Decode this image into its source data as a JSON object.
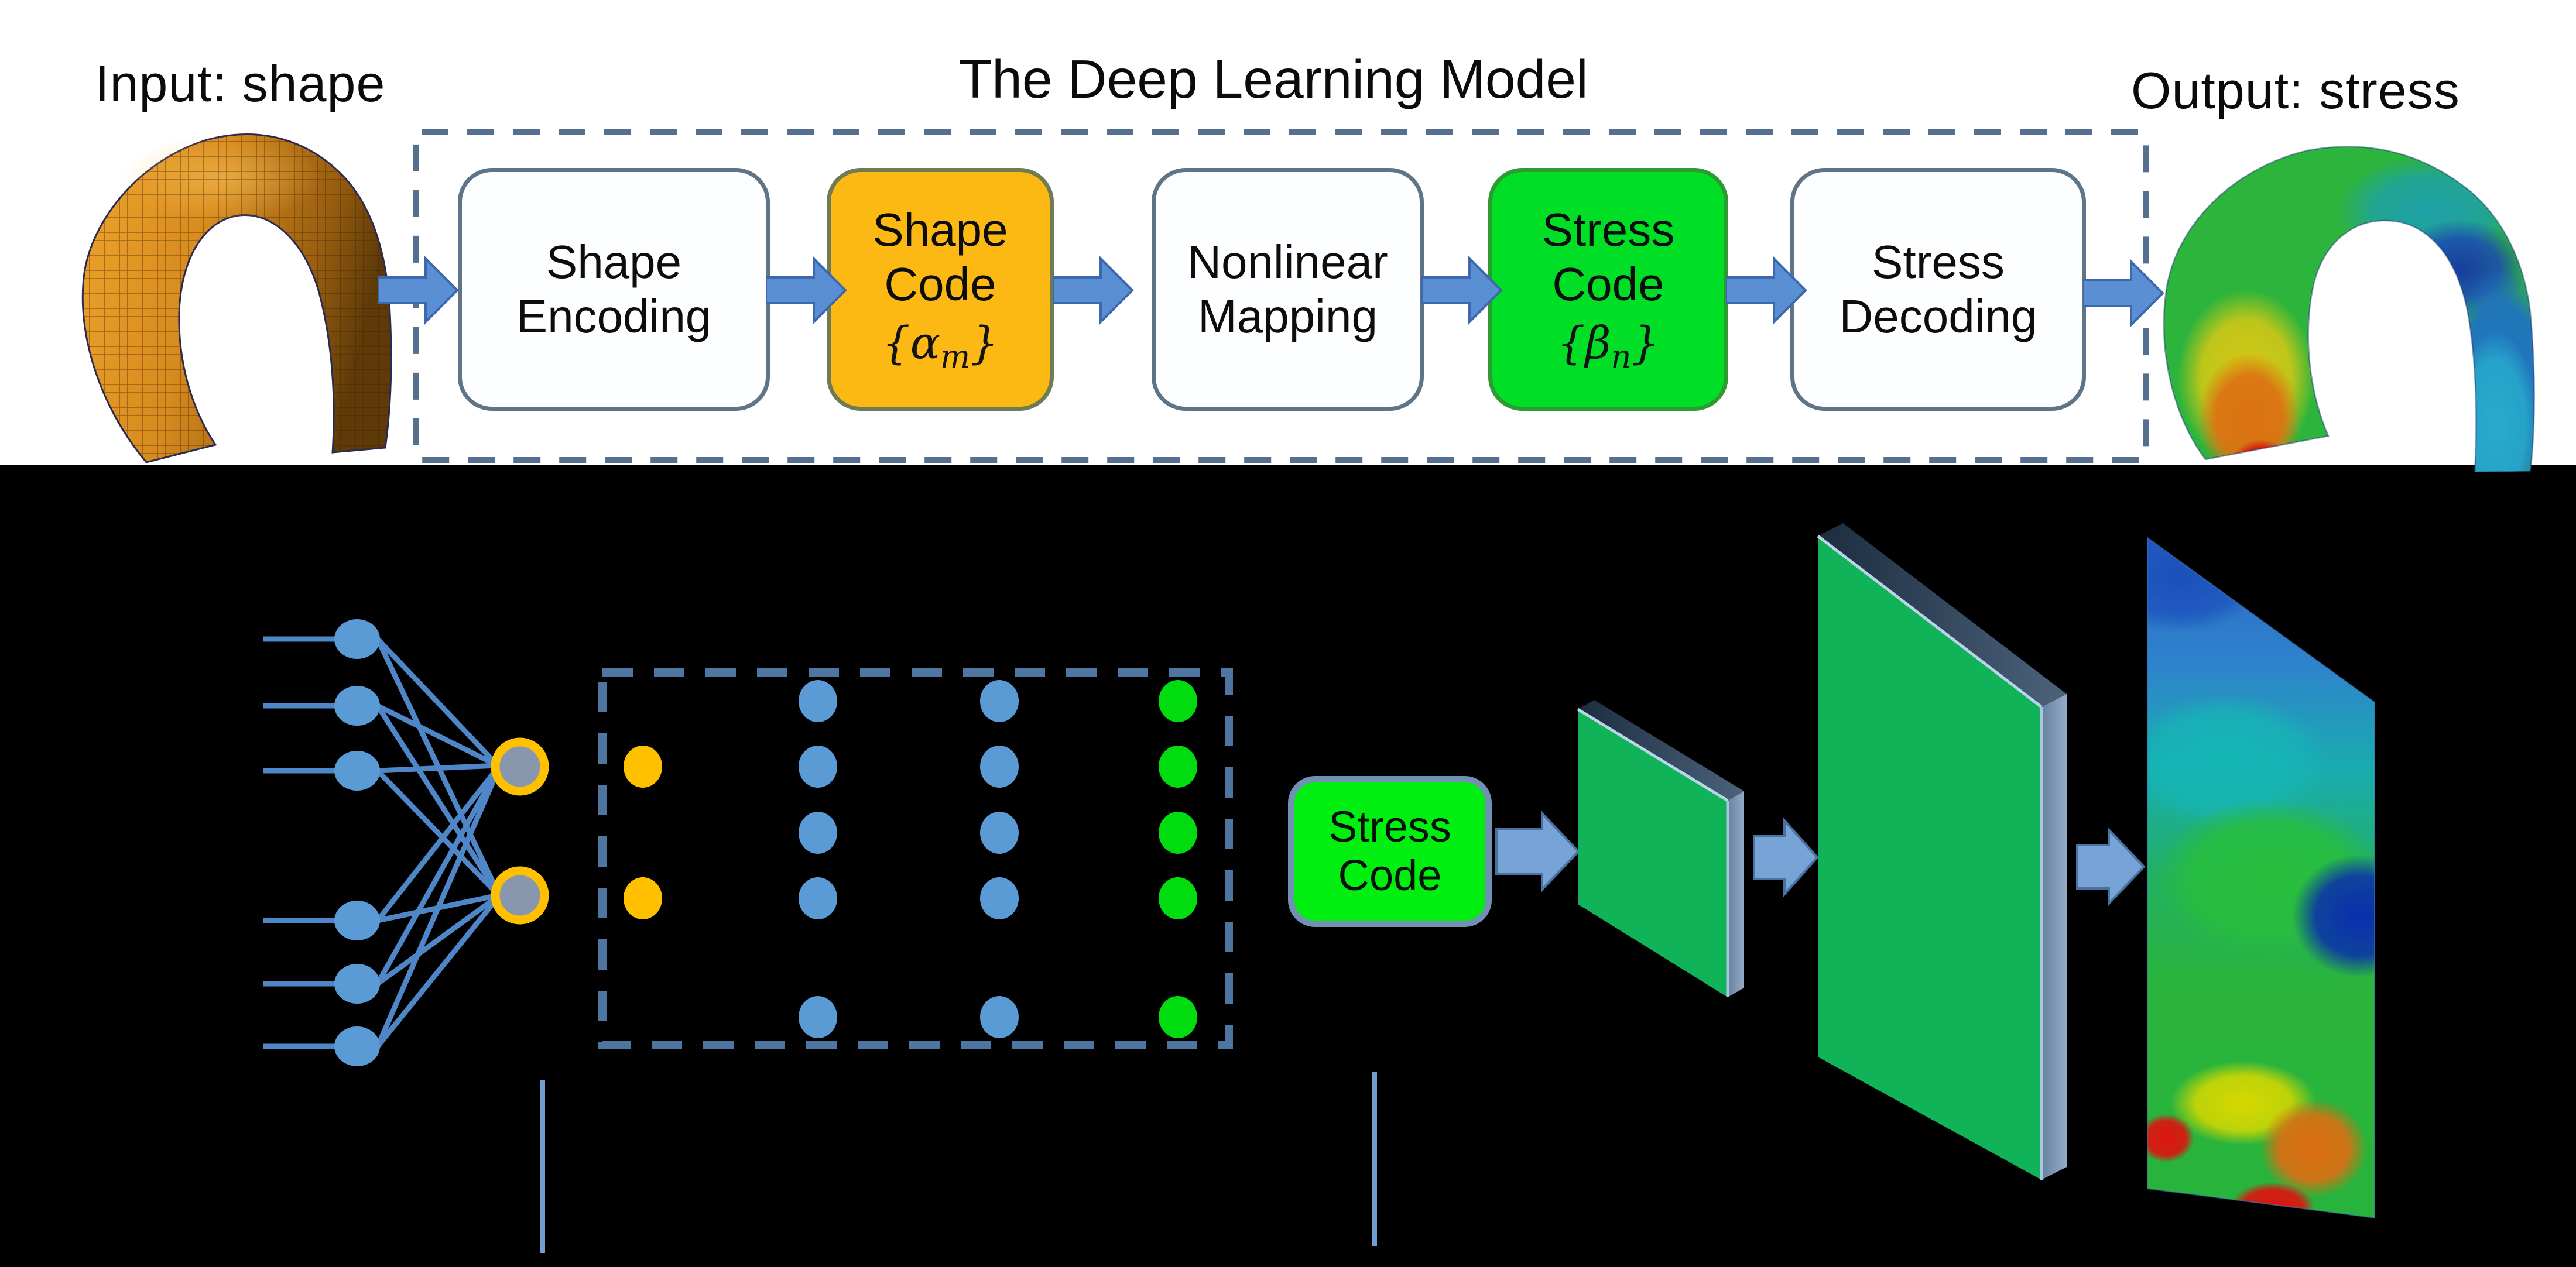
{
  "figure": {
    "input_label": "Input: shape",
    "title": "The Deep Learning Model",
    "output_label": "Output: stress"
  },
  "pipeline": {
    "boxes": [
      {
        "line1": "Shape",
        "line2": "Encoding"
      },
      {
        "line1": "Shape",
        "line2": "Code",
        "sym_open": "{",
        "sym_letter": "α",
        "sym_sub": "m",
        "sym_close": "}"
      },
      {
        "line1": "Nonlinear",
        "line2": "Mapping"
      },
      {
        "line1": "Stress",
        "line2": "Code",
        "sym_open": "{",
        "sym_letter": "β",
        "sym_sub": "n",
        "sym_close": "}"
      },
      {
        "line1": "Stress",
        "line2": "Decoding"
      }
    ]
  },
  "decoder": {
    "stress_code_box": {
      "line1": "Stress",
      "line2": "Code"
    }
  },
  "network": {
    "encoder_input_nodes": 6,
    "encoder_code_nodes": 2,
    "mapping_columns": [
      {
        "name": "shape-code-nodes",
        "color": "#FFC000",
        "count": 2
      },
      {
        "name": "hidden-layer-1",
        "color": "#5B9BD5",
        "count": 5
      },
      {
        "name": "hidden-layer-2",
        "color": "#5B9BD5",
        "count": 5
      },
      {
        "name": "stress-code-nodes",
        "color": "#00DC10",
        "count": 5
      }
    ]
  },
  "colors": {
    "arrow_blue": "#5B8FD3",
    "decoder_arrow_blue": "#78A3D6",
    "node_blue": "#5B9BD5",
    "node_orange": "#FFC000",
    "node_green": "#00DC10",
    "code_node_fill": "#8897AD",
    "shape_code_box_fill": "#FCB914",
    "stress_code_box_fill": "#00DF26",
    "stress_code_chip_fill": "#00EE10",
    "panel_front_green": "#10B357",
    "panel_top_bevel": "#22374D",
    "panel_side_bevel": "#7E96B4",
    "dashed_border_top": "#54708E",
    "dashed_border_bottom": "#4F76A0",
    "background_top": "#FFFFFF",
    "background_bottom": "#000000",
    "input_mesh_orange": "#D78A1E",
    "stress_hotspot_red": "#DC1410",
    "stress_low_blue": "#2A66C6"
  }
}
